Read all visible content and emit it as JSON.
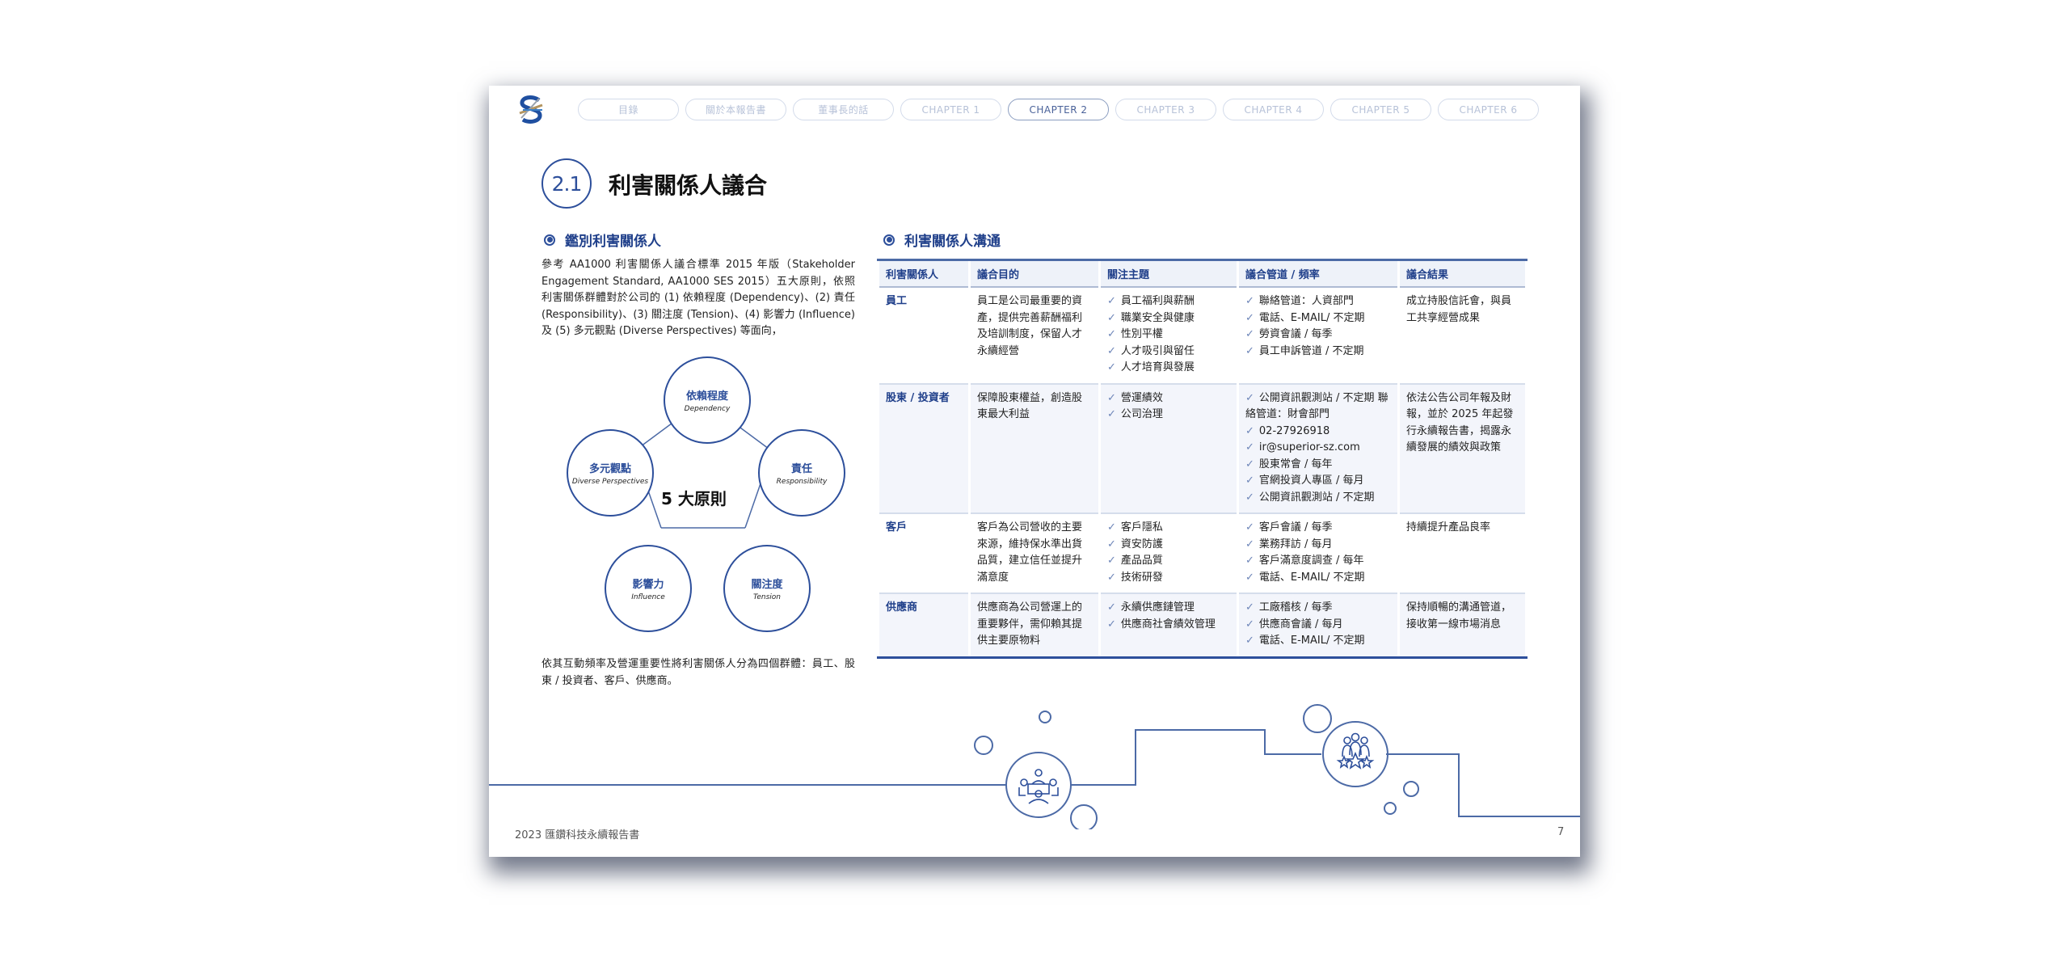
{
  "nav": {
    "items": [
      {
        "label": "目錄",
        "active": false
      },
      {
        "label": "關於本報告書",
        "active": false
      },
      {
        "label": "董事長的話",
        "active": false
      },
      {
        "label": "CHAPTER 1",
        "active": false
      },
      {
        "label": "CHAPTER 2",
        "active": true
      },
      {
        "label": "CHAPTER 3",
        "active": false
      },
      {
        "label": "CHAPTER 4",
        "active": false
      },
      {
        "label": "CHAPTER 5",
        "active": false
      },
      {
        "label": "CHAPTER 6",
        "active": false
      }
    ]
  },
  "section": {
    "number": "2.1",
    "title": "利害關係人議合"
  },
  "identify": {
    "heading": "鑑別利害關係人",
    "intro": "參考 AA1000 利害關係人議合標準 2015 年版（Stakeholder Engagement Standard, AA1000 SES 2015）五大原則，依照利害關係群體對於公司的 (1) 依賴程度 (Dependency)、(2) 責任 (Responsibility)、(3) 關注度 (Tension)、(4) 影響力 (Influence) 及 (5) 多元觀點 (Diverse Perspectives) 等面向，",
    "diagram": {
      "center": "5 大原則",
      "nodes": [
        {
          "zh": "依賴程度",
          "en": "Dependency"
        },
        {
          "zh": "責任",
          "en": "Responsibility"
        },
        {
          "zh": "關注度",
          "en": "Tension"
        },
        {
          "zh": "影響力",
          "en": "Influence"
        },
        {
          "zh": "多元觀點",
          "en": "Diverse Perspectives"
        }
      ]
    },
    "conclusion": "依其互動頻率及營運重要性將利害關係人分為四個群體：員工、股東 / 投資者、客戶、供應商。"
  },
  "communication": {
    "heading": "利害關係人溝通",
    "columns": [
      "利害關係人",
      "議合目的",
      "關注主題",
      "議合管道 / 頻率",
      "議合結果"
    ],
    "rows": [
      {
        "stakeholder": "員工",
        "purpose": "員工是公司最重要的資產，提供完善薪酬福利及培訓制度，保留人才永續經營",
        "topics": [
          "員工福利與薪酬",
          "職業安全與健康",
          "性別平權",
          "人才吸引與留任",
          "人才培育與發展"
        ],
        "channels": [
          "聯絡管道：人資部門",
          "電話、E-MAIL/ 不定期",
          "勞資會議 / 每季",
          "員工申訴管道 / 不定期"
        ],
        "result": "成立持股信託會，與員工共享經營成果"
      },
      {
        "stakeholder": "股東 / 投資者",
        "purpose": "保障股東權益，創造股東最大利益",
        "topics": [
          "營運績效",
          "公司治理"
        ],
        "channels": [
          "公開資訊觀測站 / 不定期 聯絡管道：財會部門",
          "02-27926918",
          "ir@superior-sz.com",
          "股東常會 / 每年",
          "官網投資人專區 / 每月",
          "公開資訊觀測站 / 不定期"
        ],
        "result": "依法公告公司年報及財報，並於 2025 年起發行永續報告書，揭露永續發展的績效與政策"
      },
      {
        "stakeholder": "客戶",
        "purpose": "客戶為公司營收的主要來源，維持保水準出貨品質，建立信任並提升滿意度",
        "topics": [
          "客戶隱私",
          "資安防護",
          "產品品質",
          "技術研發"
        ],
        "channels": [
          "客戶會議 / 每季",
          "業務拜訪 / 每月",
          "客戶滿意度調查 / 每年",
          "電話、E-MAIL/ 不定期"
        ],
        "result": "持續提升產品良率"
      },
      {
        "stakeholder": "供應商",
        "purpose": "供應商為公司營運上的重要夥伴，需仰賴其提供主要原物料",
        "topics": [
          "永續供應鏈管理",
          "供應商社會績效管理"
        ],
        "channels": [
          "工廠稽核 / 每季",
          "供應商會議 / 每月",
          "電話、E-MAIL/ 不定期"
        ],
        "result": "保持順暢的溝通管道，接收第一線市場消息"
      }
    ]
  },
  "footer": {
    "report": "2023 匯鑽科技永續報告書",
    "page": "7"
  },
  "icons": {
    "check": "✓"
  },
  "colors": {
    "primary": "#2d4f9b",
    "nav_inactive": "#b7c2d8",
    "row_shade": "#f3f5fb"
  }
}
